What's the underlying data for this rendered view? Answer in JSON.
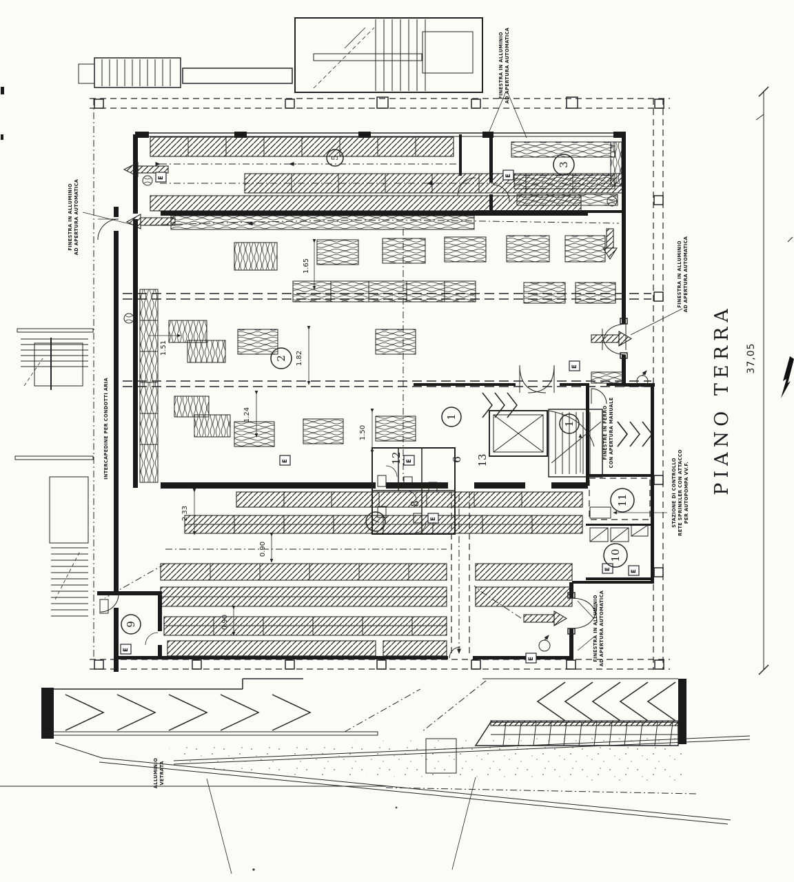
{
  "sheet": {
    "title": "PIANO TERRA",
    "total_dimension": "37,05"
  },
  "room_numbers": {
    "r1a": "1",
    "r1b": "1",
    "r2": "2",
    "r3": "3",
    "r5": "5",
    "r7": "7",
    "r9": "9",
    "r10": "10",
    "r11": "11",
    "n6": "6",
    "n8": "8",
    "n12": "12",
    "n13": "13"
  },
  "dimensions": {
    "d165": "1.65",
    "d151": "1.51",
    "d182": "1.82",
    "d124": "1.24",
    "d150": "1.50",
    "d233": "2.33",
    "d090": "0.90"
  },
  "labels": {
    "exit": "E"
  },
  "annotations": {
    "finestra_l1": "FINESTRA IN ALLUMINIO",
    "finestra_l2": "AD APERTURA AUTOMATICA",
    "intercapedine": "INTERCAPEDINE PER CONDOTTI ARIA",
    "ferro_l1": "FINESTRE IN FERRO",
    "ferro_l2": "CON APERTURA MANUALE",
    "sprinkler_l1": "STAZIONE DI CONTROLLO",
    "sprinkler_l2": "RETE SPRINKLER CON ATTACCO",
    "sprinkler_l3": "PER AUTOPOMPA VV.F.",
    "vetrata_l1": "ALLUMINIO",
    "vetrata_l2": "VETRATA"
  }
}
